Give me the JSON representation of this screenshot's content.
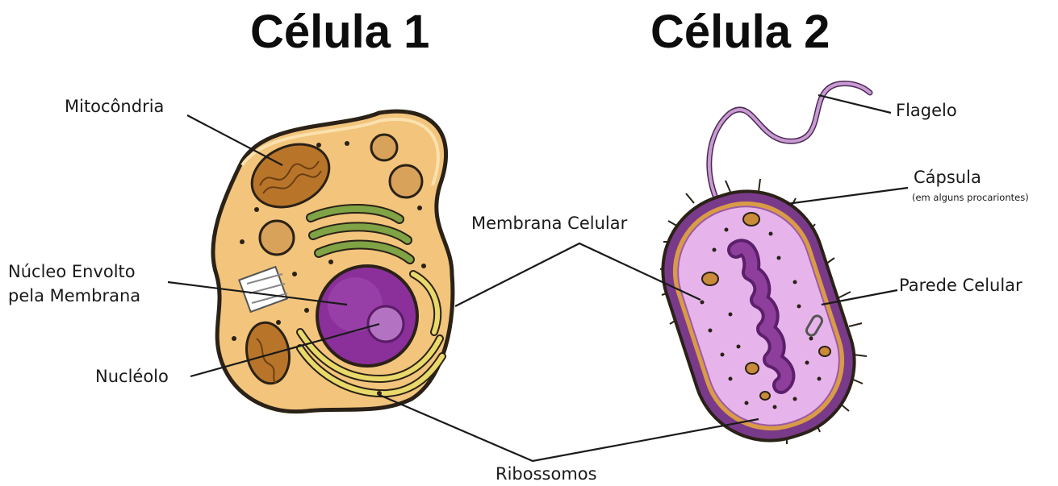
{
  "titles": {
    "cell1": "Célula 1",
    "cell2": "Célula 2"
  },
  "labels": {
    "mitocondria": "Mitocôndria",
    "nucleo_l1": "Núcleo Envolto",
    "nucleo_l2": "pela Membrana",
    "nucleolo": "Nucléolo",
    "membrana": "Membrana Celular",
    "ribossomos": "Ribossomos",
    "flagelo": "Flagelo",
    "capsula": "Cápsula",
    "capsula_note": "(em alguns procariontes)",
    "parede": "Parede Celular"
  },
  "colors": {
    "cytoplasm_animal": "#f2c47c",
    "outline": "#2a2117",
    "mitochondria": "#c98a3a",
    "golgi": "#7fa345",
    "nucleus": "#8b2f9a",
    "er": "#e9d96a",
    "bacteria_inner": "#e6b4ea",
    "bacteria_wall": "#7a3a8a",
    "dna": "#7a2f86",
    "flagellum": "#c99bd2"
  }
}
